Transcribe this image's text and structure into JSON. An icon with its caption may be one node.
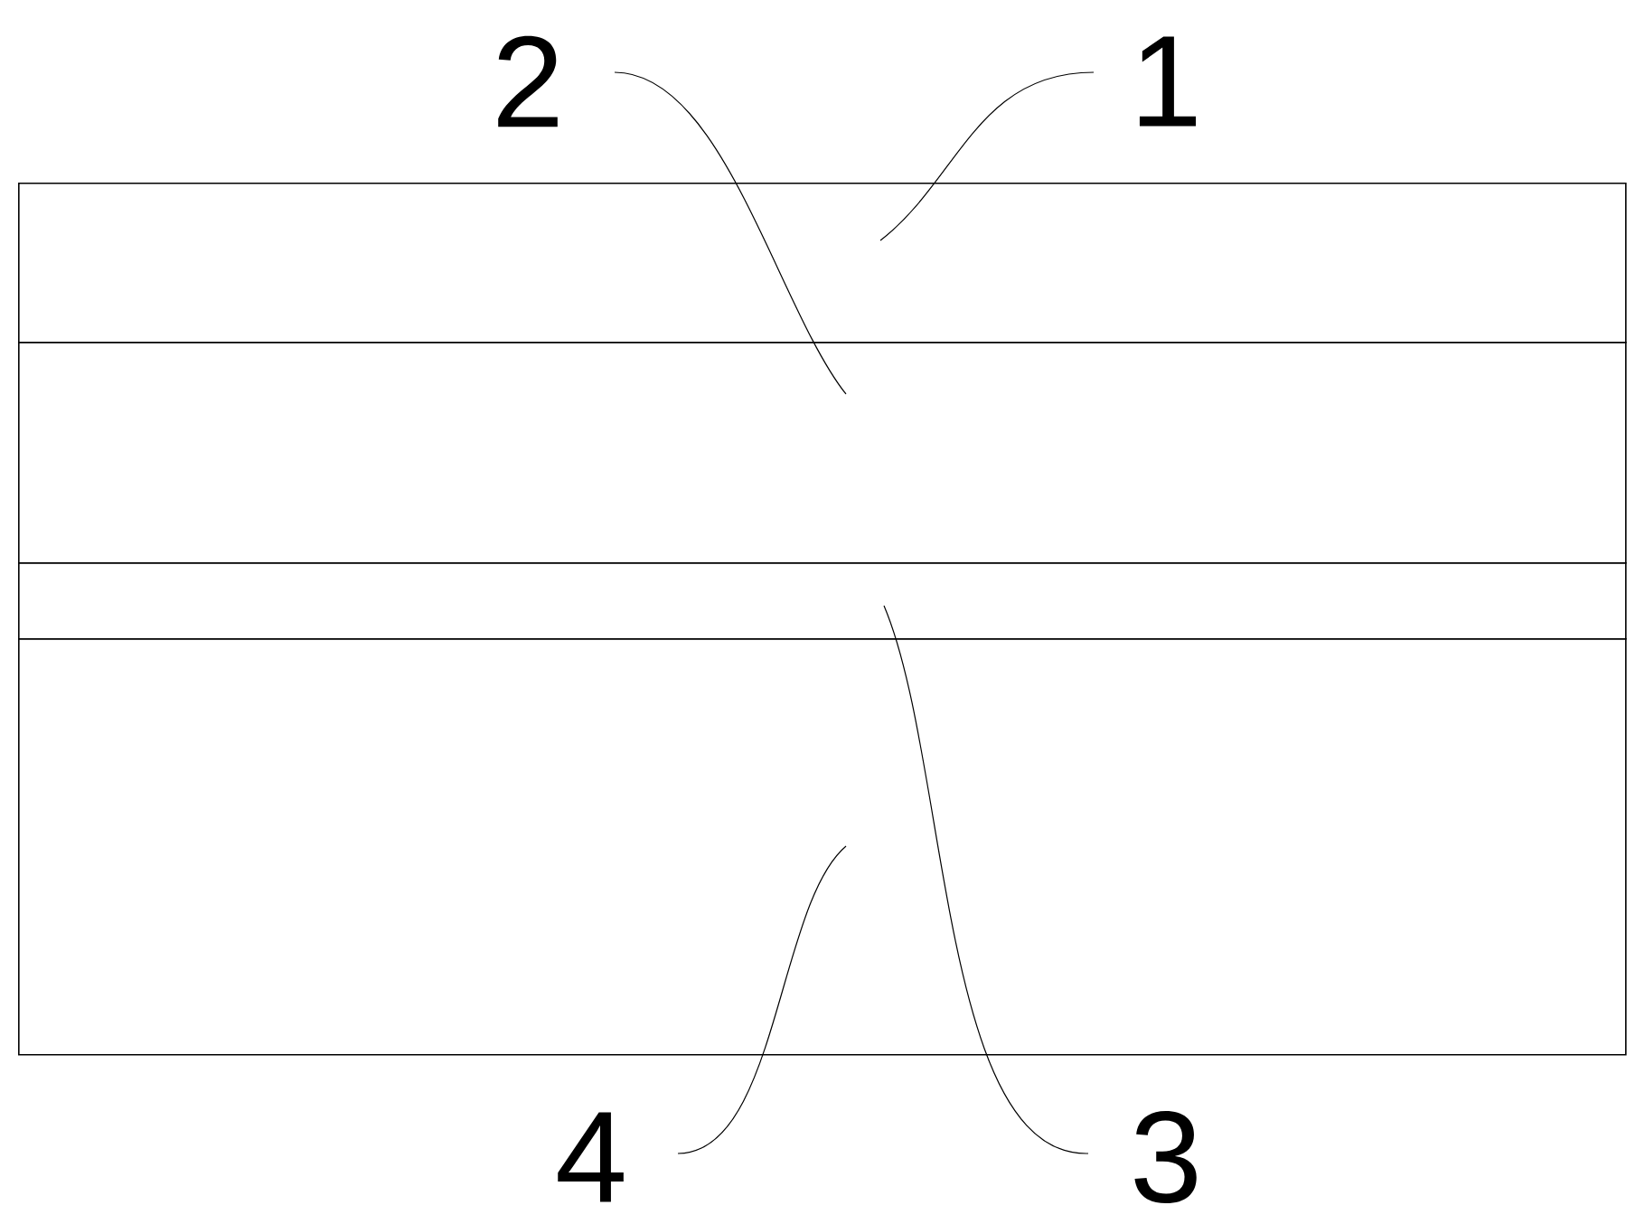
{
  "diagram": {
    "nodes": [
      {
        "text": [
          "2"
        ]
      },
      {
        "text": [
          "1"
        ]
      },
      {
        "text": [],
        "shape": "box"
      },
      {
        "text": [],
        "shape": "box"
      },
      {
        "text": [],
        "shape": "box"
      },
      {
        "text": [],
        "shape": "box"
      },
      {
        "text": [
          "4"
        ]
      },
      {
        "text": [
          "3"
        ]
      }
    ],
    "edges": [
      {
        "from": 0,
        "to": 3,
        "arrow": "none"
      },
      {
        "from": 1,
        "to": 2,
        "arrow": "none"
      },
      {
        "from": 7,
        "to": 4,
        "arrow": "none"
      },
      {
        "from": 6,
        "to": 5,
        "arrow": "none"
      }
    ]
  }
}
